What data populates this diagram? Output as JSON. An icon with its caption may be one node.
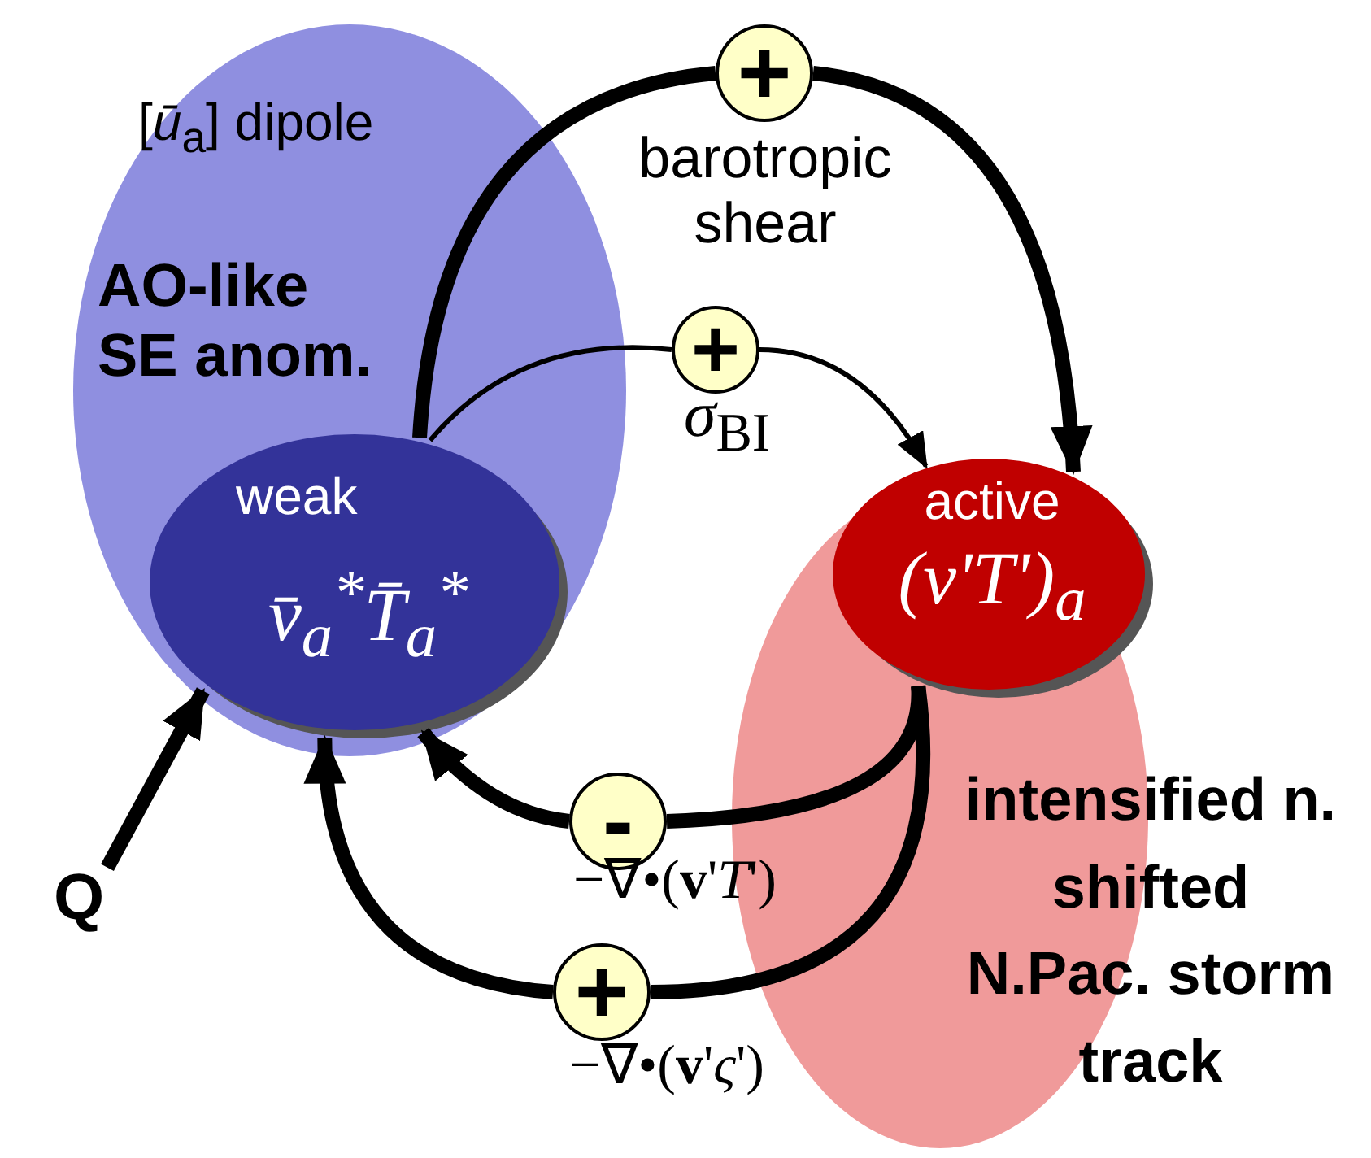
{
  "diagram": {
    "nodes": [
      {
        "text": [
          "[*ū*$_{a}$] dipole",
          "AO-like SE anom."
        ]
      },
      {
        "text": [
          "weak",
          "v̄$_{a}$$^{*}$T̄$_{a}$$^{*}$"
        ],
        "in": 0
      },
      {
        "text": [
          "intensified n. shifted N.Pac. storm track"
        ]
      },
      {
        "text": [
          "active",
          "(v'T')$_{a}$"
        ],
        "in": 2
      },
      {
        "text": [
          "+"
        ],
        "beside": [
          "barotropic shear"
        ]
      },
      {
        "text": [
          "+"
        ],
        "beside": [
          "*σ*$_{BI}$"
        ]
      },
      {
        "text": [
          "-"
        ],
        "beside": [
          "−∇•(**v**'*T*')"
        ]
      },
      {
        "text": [
          "+"
        ],
        "beside": [
          "−∇•(**v**'*ς*')"
        ]
      },
      {
        "text": [
          "Q"
        ]
      }
    ],
    "edges": [
      {
        "from": 1,
        "to": 4,
        "arrow": "none"
      },
      {
        "from": 4,
        "to": 3,
        "arrow": "to"
      },
      {
        "from": 1,
        "to": 5,
        "arrow": "none"
      },
      {
        "from": 5,
        "to": 3,
        "arrow": "to"
      },
      {
        "from": 3,
        "to": 6,
        "arrow": "none"
      },
      {
        "from": 6,
        "to": 1,
        "arrow": "to"
      },
      {
        "from": 3,
        "to": 7,
        "arrow": "none"
      },
      {
        "from": 7,
        "to": 1,
        "arrow": "to"
      },
      {
        "from": 8,
        "to": 1,
        "arrow": "to"
      }
    ]
  }
}
